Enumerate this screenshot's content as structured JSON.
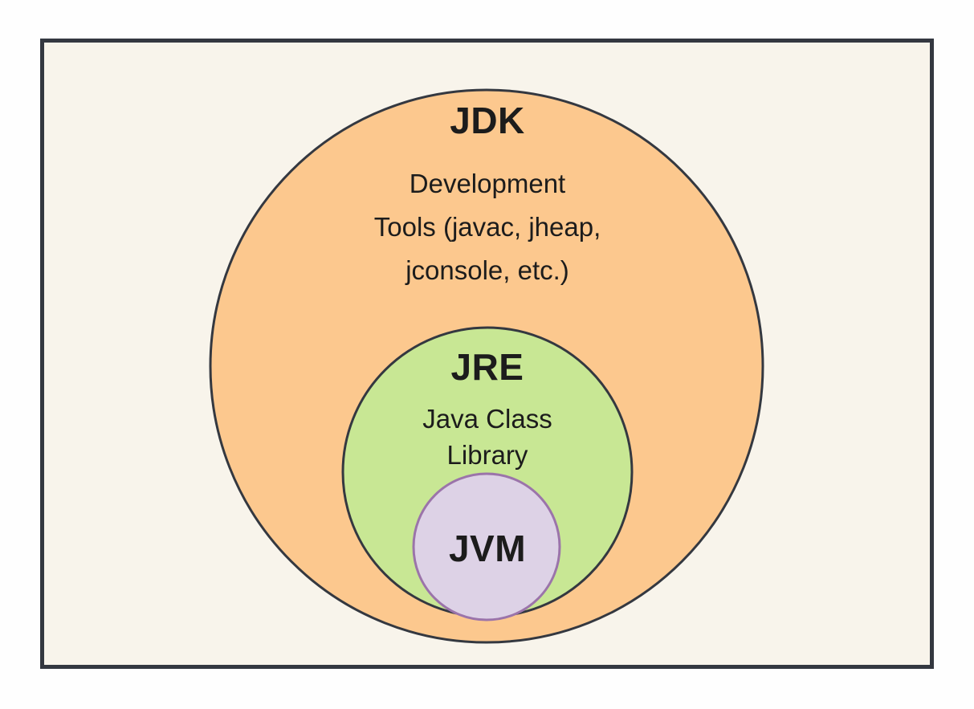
{
  "diagram": {
    "jdk": {
      "title": "JDK",
      "lines": [
        "Development",
        "Tools (javac, jheap,",
        "jconsole, etc.)"
      ]
    },
    "jre": {
      "title": "JRE",
      "lines": [
        "Java Class",
        "Library"
      ]
    },
    "jvm": {
      "title": "JVM"
    }
  },
  "colors": {
    "page_bg": "#fefefe",
    "frame_bg": "#f8f4eb",
    "frame_border": "#343840",
    "circle_border": "#343840",
    "jdk_fill": "#fcc88e",
    "jre_fill": "#c8e794",
    "jvm_fill": "#ddd2e6",
    "jvm_border": "#9b74aa",
    "text": "#1c1c1c"
  }
}
